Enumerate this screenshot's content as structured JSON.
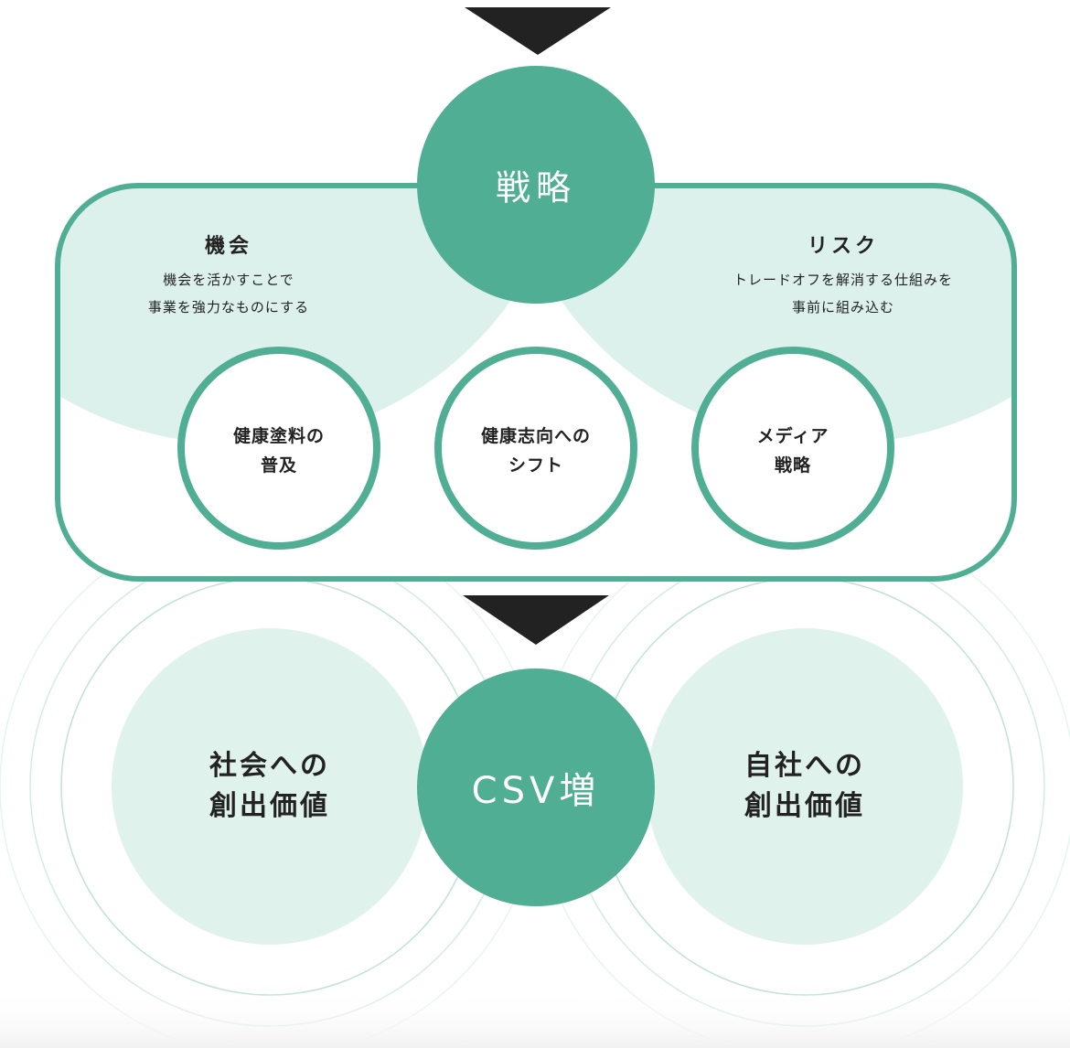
{
  "colors": {
    "accent": "#4fae94",
    "light": "#ddf1ec",
    "arrow": "#222222"
  },
  "strategy": {
    "label": "戦略"
  },
  "opportunity": {
    "title": "機会",
    "desc": [
      "機会を活かすことで",
      "事業を強力なものにする"
    ]
  },
  "risk": {
    "title": "リスク",
    "desc": [
      "トレードオフを解消する仕組みを",
      "事前に組み込む"
    ]
  },
  "initiatives": [
    {
      "lines": [
        "健康塗料の",
        "普及"
      ]
    },
    {
      "lines": [
        "健康志向への",
        "シフト"
      ]
    },
    {
      "lines": [
        "メディア",
        "戦略"
      ]
    }
  ],
  "result": {
    "center": "CSV増",
    "left": [
      "社会への",
      "創出価値"
    ],
    "right": [
      "自社への",
      "創出価値"
    ]
  }
}
